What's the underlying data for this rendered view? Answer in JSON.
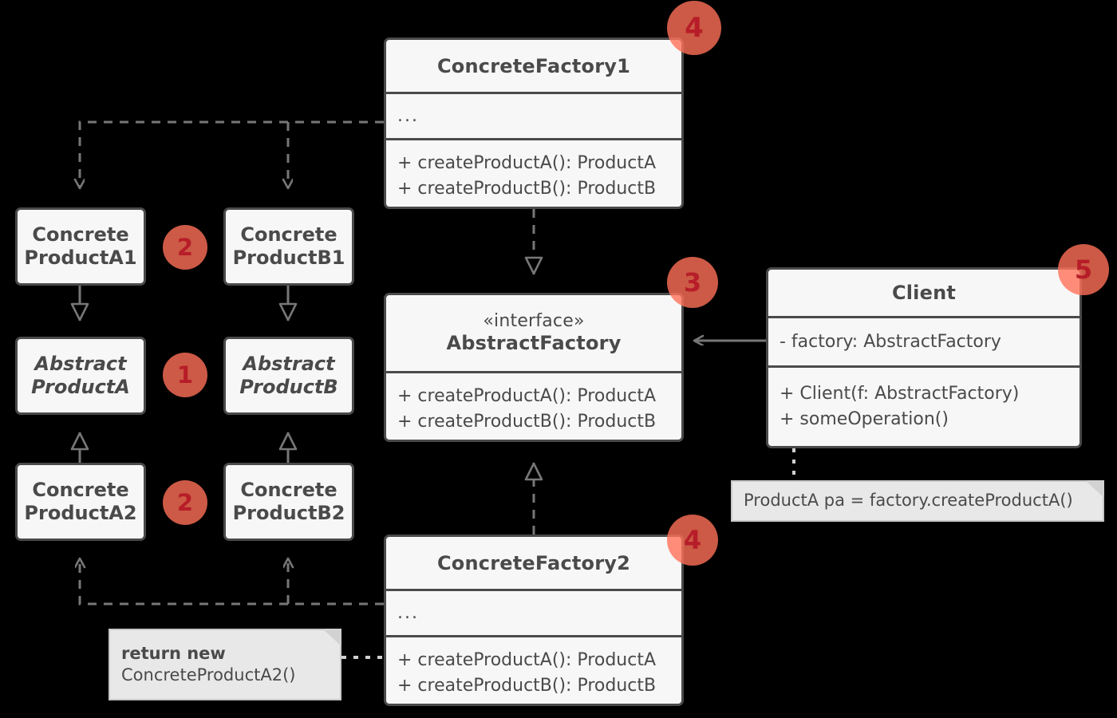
{
  "diagram": {
    "type": "uml-class-diagram",
    "title": "Abstract Factory pattern structure",
    "background_color": "#000000",
    "box_fill": "#f7f7f7",
    "box_border": "#4a4a4a",
    "text_color": "#4a4a4a",
    "badge_fill": "#ff7057",
    "badge_text_color": "#b71d28",
    "note_fill": "#e8e8e8"
  },
  "classes": {
    "concrete_factory_1": {
      "name": "ConcreteFactory1",
      "attributes": [
        "..."
      ],
      "methods": [
        "+ createProductA(): ProductA",
        "+ createProductB(): ProductB"
      ]
    },
    "concrete_factory_2": {
      "name": "ConcreteFactory2",
      "attributes": [
        "..."
      ],
      "methods": [
        "+ createProductA(): ProductA",
        "+ createProductB(): ProductB"
      ]
    },
    "abstract_factory": {
      "stereotype": "«interface»",
      "name": "AbstractFactory",
      "methods": [
        "+ createProductA(): ProductA",
        "+ createProductB(): ProductB"
      ]
    },
    "client": {
      "name": "Client",
      "attributes": [
        "- factory: AbstractFactory"
      ],
      "methods": [
        "+ Client(f: AbstractFactory)",
        "+ someOperation()"
      ]
    },
    "abstract_product_a": {
      "line1": "Abstract",
      "line2": "ProductA"
    },
    "abstract_product_b": {
      "line1": "Abstract",
      "line2": "ProductB"
    },
    "concrete_product_a1": {
      "line1": "Concrete",
      "line2": "ProductA1"
    },
    "concrete_product_b1": {
      "line1": "Concrete",
      "line2": "ProductB1"
    },
    "concrete_product_a2": {
      "line1": "Concrete",
      "line2": "ProductA2"
    },
    "concrete_product_b2": {
      "line1": "Concrete",
      "line2": "ProductB2"
    }
  },
  "notes": {
    "client_note": {
      "text": "ProductA pa = factory.createProductA()"
    },
    "factory2_note": {
      "line1": "return new",
      "line2": "ConcreteProductA2()"
    }
  },
  "badges": [
    {
      "id": "badge-1",
      "label": "1"
    },
    {
      "id": "badge-2-top",
      "label": "2"
    },
    {
      "id": "badge-2-bottom",
      "label": "2"
    },
    {
      "id": "badge-3",
      "label": "3"
    },
    {
      "id": "badge-4-top",
      "label": "4"
    },
    {
      "id": "badge-4-bottom",
      "label": "4"
    },
    {
      "id": "badge-5",
      "label": "5"
    }
  ]
}
